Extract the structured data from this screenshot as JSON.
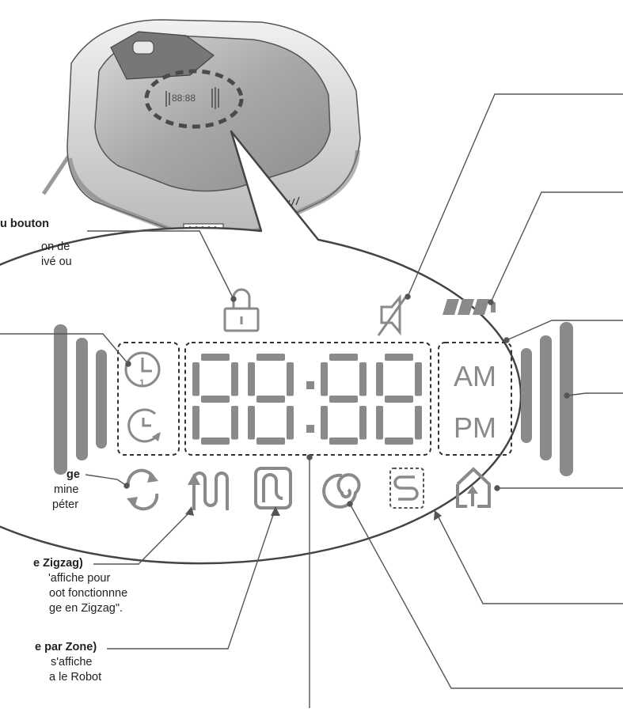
{
  "display": {
    "digits": "88:88",
    "am_label": "AM",
    "pm_label": "PM",
    "timer_digit": "1",
    "robot_panel_text": "88:88"
  },
  "callouts": [
    {
      "id": "lock",
      "title": "u bouton",
      "lines": [
        "on de",
        "ivé ou"
      ]
    },
    {
      "id": "repeat",
      "title": "ge",
      "lines": [
        "mine",
        "péter"
      ]
    },
    {
      "id": "zigzag",
      "title": "e Zigzag)",
      "lines": [
        "'affiche pour",
        "oot fonctionnne",
        "ge en Zigzag\"."
      ]
    },
    {
      "id": "zone",
      "title": "e par Zone)",
      "lines": [
        "s'affiche",
        "a le Robot"
      ]
    }
  ],
  "colors": {
    "icon": "#8a8a8a",
    "line": "#555555",
    "panel": "#ffffff"
  }
}
